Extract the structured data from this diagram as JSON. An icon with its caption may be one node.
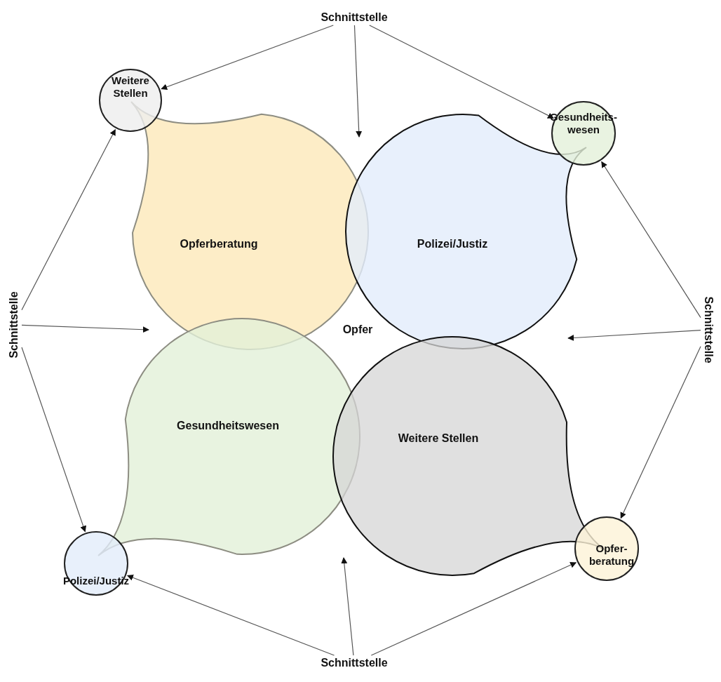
{
  "diagram": {
    "nodes": [
      {
        "text": [
          "Schnittstelle"
        ]
      },
      {
        "text": [
          "Schnittstelle"
        ]
      },
      {
        "text": [
          "Schnittstelle"
        ]
      },
      {
        "text": [
          "Schnittstelle"
        ]
      },
      {
        "text": [
          "Weitere Stellen"
        ]
      },
      {
        "text": [
          "Gesundheits- wesen"
        ]
      },
      {
        "text": [
          "Polizei/Justiz"
        ]
      },
      {
        "text": [
          "Opfer- beratung"
        ]
      },
      {
        "text": [
          "Opferberatung"
        ]
      },
      {
        "text": [
          "Polizei/Justiz"
        ]
      },
      {
        "text": [
          "Gesundheitswesen"
        ]
      },
      {
        "text": [
          "Weitere Stellen"
        ]
      }
    ],
    "labels": [
      "Opfer"
    ],
    "edges": [
      {
        "from": 0,
        "to": 4,
        "arrow": "to"
      },
      {
        "from": 0,
        "to": null,
        "arrow": "to"
      },
      {
        "from": 0,
        "to": 5,
        "arrow": "to"
      },
      {
        "from": 1,
        "to": 4,
        "arrow": "to"
      },
      {
        "from": 1,
        "to": null,
        "arrow": "to"
      },
      {
        "from": 1,
        "to": 6,
        "arrow": "to"
      },
      {
        "from": 2,
        "to": 5,
        "arrow": "to"
      },
      {
        "from": 2,
        "to": null,
        "arrow": "to"
      },
      {
        "from": 2,
        "to": 7,
        "arrow": "to"
      },
      {
        "from": 3,
        "to": 6,
        "arrow": "to"
      },
      {
        "from": 3,
        "to": null,
        "arrow": "to"
      },
      {
        "from": 3,
        "to": 7,
        "arrow": "to"
      }
    ]
  }
}
